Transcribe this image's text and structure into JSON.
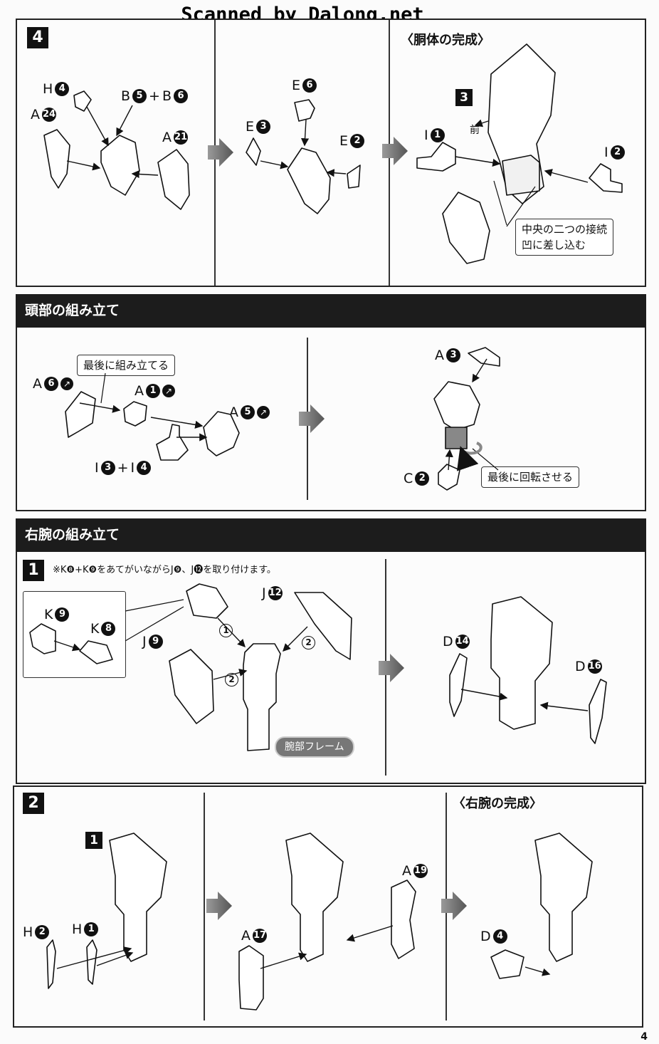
{
  "watermark": "Scanned by Dalong.net",
  "page_number": "4",
  "colors": {
    "header": "#1c1c1c",
    "arrow": "#7a7a7a",
    "ink": "#111111"
  },
  "section_torso": {
    "step": "4",
    "caption_complete": "〈胴体の完成〉",
    "labels": {
      "h4": {
        "letter": "H",
        "num": "4"
      },
      "b5b6": {
        "a": "B",
        "an": "5",
        "plus": "+",
        "b": "B",
        "bn": "6"
      },
      "a24": {
        "letter": "A",
        "num": "24"
      },
      "a21": {
        "letter": "A",
        "num": "21"
      },
      "e6": {
        "letter": "E",
        "num": "6"
      },
      "e3": {
        "letter": "E",
        "num": "3"
      },
      "e2": {
        "letter": "E",
        "num": "2"
      },
      "i1": {
        "letter": "I",
        "num": "1"
      },
      "i2": {
        "letter": "I",
        "num": "2"
      }
    },
    "substep": "3",
    "front_label": "前",
    "callout": "中央の二つの接続\n凹に差し込む"
  },
  "section_head": {
    "title": "頭部の組み立て",
    "callout_last": "最後に組み立てる",
    "callout_rotate": "最後に回転させる",
    "labels": {
      "a6": {
        "letter": "A",
        "num": "6"
      },
      "a1": {
        "letter": "A",
        "num": "1"
      },
      "a5": {
        "letter": "A",
        "num": "5"
      },
      "i3i4": {
        "a": "I",
        "an": "3",
        "plus": "+",
        "b": "I",
        "bn": "4"
      },
      "a3": {
        "letter": "A",
        "num": "3"
      },
      "c2": {
        "letter": "C",
        "num": "2"
      }
    }
  },
  "section_rightarm": {
    "title": "右腕の組み立て",
    "step1": "1",
    "note": "※K❽+K❾をあてがいながらJ❾、J⓬を取り付けます。",
    "labels": {
      "k9": {
        "letter": "K",
        "num": "9"
      },
      "k8": {
        "letter": "K",
        "num": "8"
      },
      "j12": {
        "letter": "J",
        "num": "12"
      },
      "j9": {
        "letter": "J",
        "num": "9"
      },
      "d14": {
        "letter": "D",
        "num": "14"
      },
      "d16": {
        "letter": "D",
        "num": "16"
      }
    },
    "order1": "1",
    "order2a": "2",
    "order2b": "2",
    "frame_label": "腕部フレーム"
  },
  "section_rightarm2": {
    "step2": "2",
    "caption_complete": "〈右腕の完成〉",
    "substep": "1",
    "labels": {
      "h2": {
        "letter": "H",
        "num": "2"
      },
      "h1": {
        "letter": "H",
        "num": "1"
      },
      "a17": {
        "letter": "A",
        "num": "17"
      },
      "a19": {
        "letter": "A",
        "num": "19"
      },
      "d4": {
        "letter": "D",
        "num": "4"
      }
    }
  }
}
